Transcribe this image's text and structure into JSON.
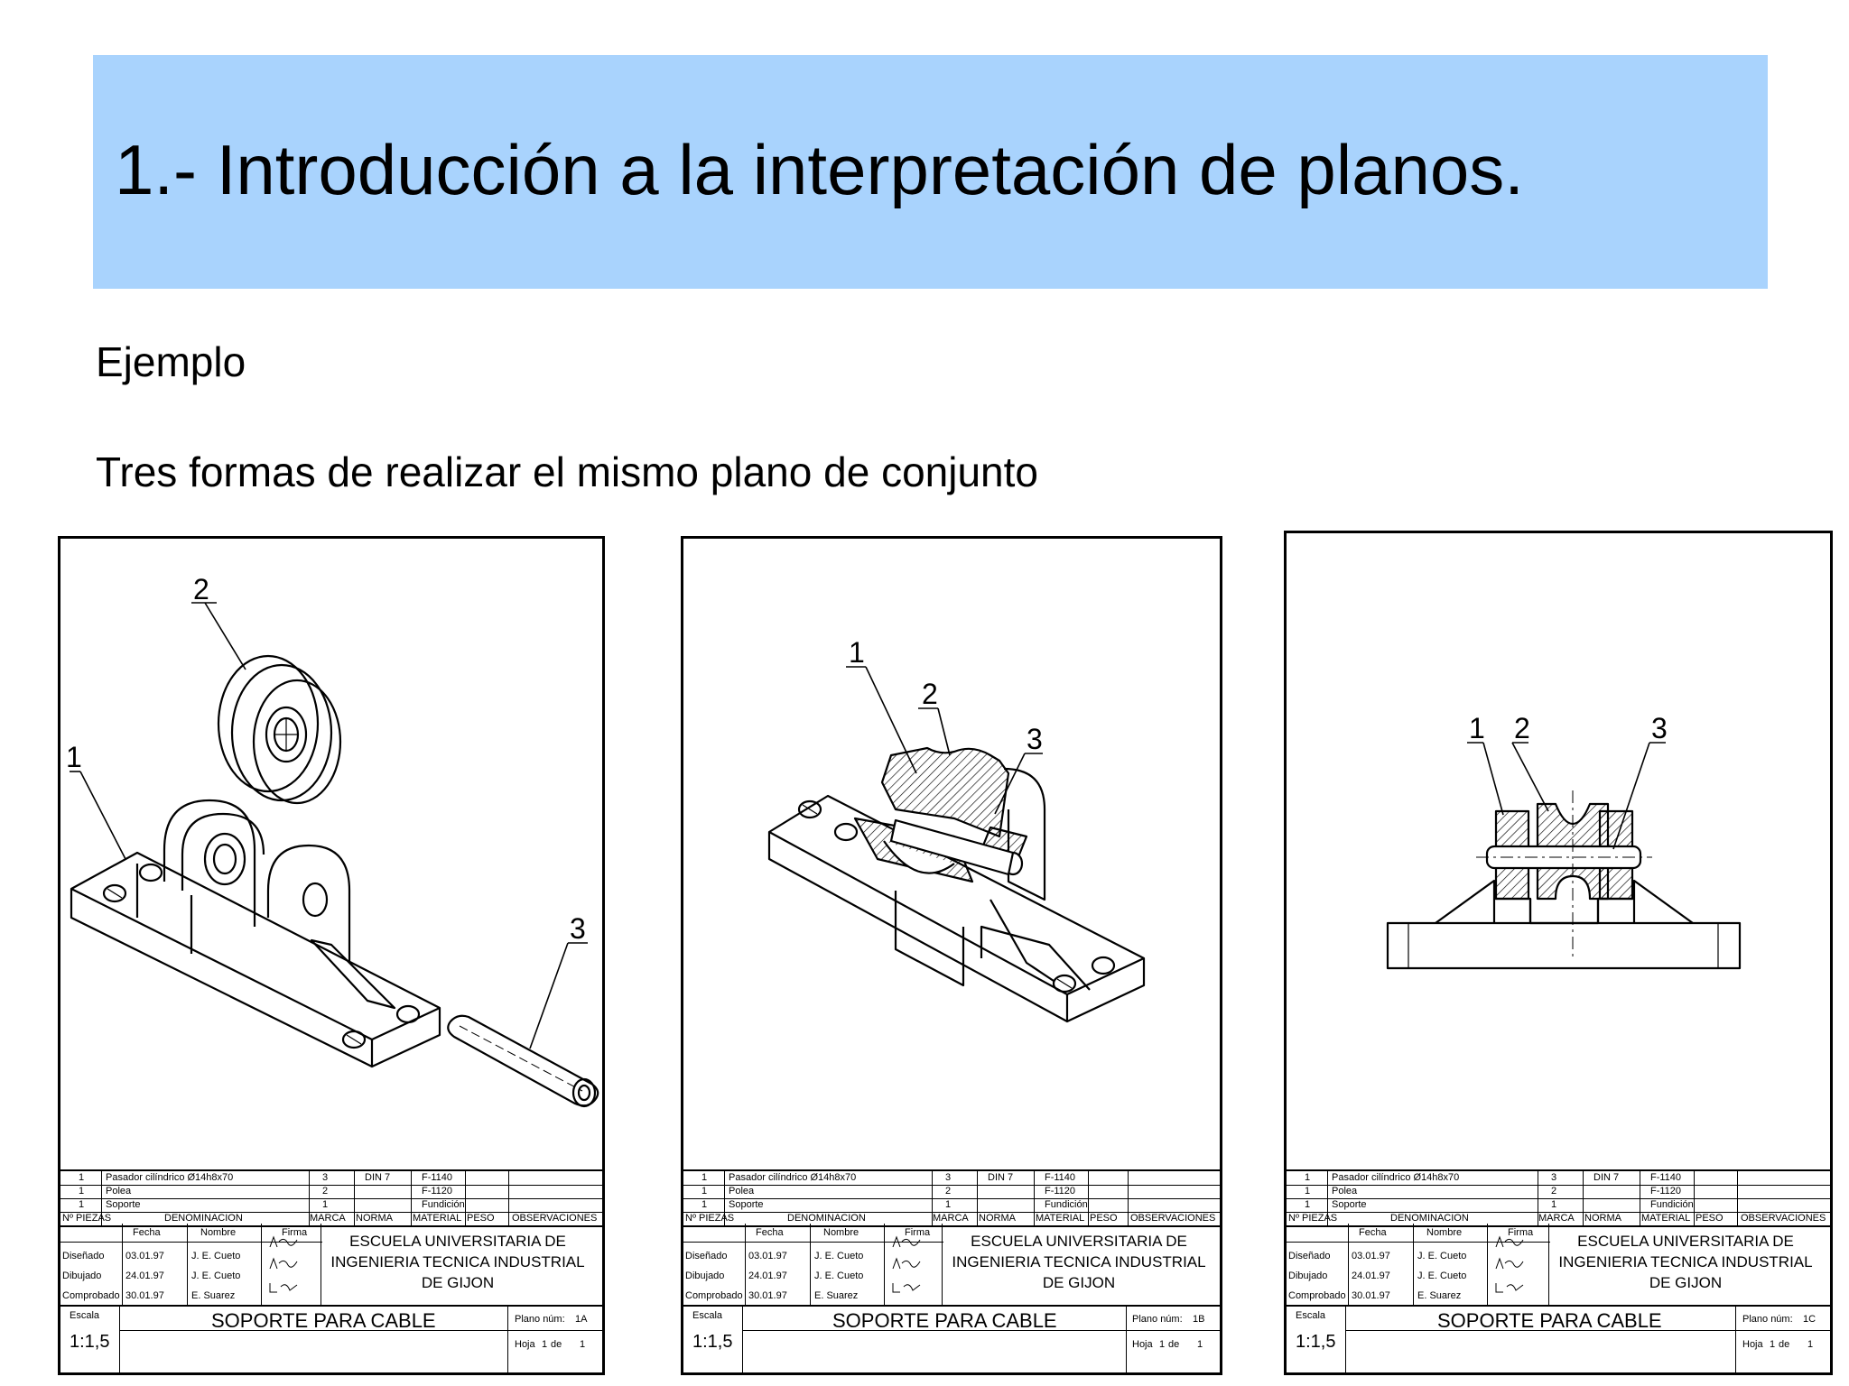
{
  "slide": {
    "title": "1.- Introducción a la interpretación de planos.",
    "subtitle": "Ejemplo",
    "description": "Tres formas de realizar el mismo plano de conjunto"
  },
  "colors": {
    "title_band": "#a9d3fd",
    "hatch": "#000000"
  },
  "sheets": [
    {
      "balloons": [
        "1",
        "2",
        "3"
      ],
      "parts": [
        {
          "qty": "1",
          "name": "Pasador cilíndrico Ø14h8x70",
          "mark": "3",
          "norm": "DIN 7",
          "material": "F-1140"
        },
        {
          "qty": "1",
          "name": "Polea",
          "mark": "2",
          "norm": "",
          "material": "F-1120"
        },
        {
          "qty": "1",
          "name": "Soporte",
          "mark": "1",
          "norm": "",
          "material": "Fundición"
        }
      ],
      "headers": {
        "pieces": "Nº PIEZAS",
        "denom": "DENOMINACION",
        "mark": "MARCA",
        "norm": "NORMA",
        "material": "MATERIAL",
        "weight": "PESO",
        "obs": "OBSERVACIONES"
      },
      "sign": {
        "fecha": "Fecha",
        "nombre": "Nombre",
        "firma": "Firma",
        "rows": [
          {
            "role": "Diseñado",
            "date": "03.01.97",
            "name": "J. E. Cueto"
          },
          {
            "role": "Dibujado",
            "date": "24.01.97",
            "name": "J. E. Cueto"
          },
          {
            "role": "Comprobado",
            "date": "30.01.97",
            "name": "E. Suarez"
          }
        ]
      },
      "school": [
        "ESCUELA UNIVERSITARIA DE",
        "INGENIERIA TECNICA INDUSTRIAL",
        "DE GIJON"
      ],
      "escala_label": "Escala",
      "escala": "1:1,5",
      "title": "SOPORTE PARA CABLE",
      "plano_label": "Plano núm:",
      "plano": "1A",
      "hoja_label": "Hoja",
      "hoja_num": "1",
      "de_label": "de",
      "hoja_total": "1"
    },
    {
      "balloons": [
        "1",
        "2",
        "3"
      ],
      "parts": [
        {
          "qty": "1",
          "name": "Pasador cilíndrico Ø14h8x70",
          "mark": "3",
          "norm": "DIN 7",
          "material": "F-1140"
        },
        {
          "qty": "1",
          "name": "Polea",
          "mark": "2",
          "norm": "",
          "material": "F-1120"
        },
        {
          "qty": "1",
          "name": "Soporte",
          "mark": "1",
          "norm": "",
          "material": "Fundición"
        }
      ],
      "headers": {
        "pieces": "Nº PIEZAS",
        "denom": "DENOMINACION",
        "mark": "MARCA",
        "norm": "NORMA",
        "material": "MATERIAL",
        "weight": "PESO",
        "obs": "OBSERVACIONES"
      },
      "sign": {
        "fecha": "Fecha",
        "nombre": "Nombre",
        "firma": "Firma",
        "rows": [
          {
            "role": "Diseñado",
            "date": "03.01.97",
            "name": "J. E. Cueto"
          },
          {
            "role": "Dibujado",
            "date": "24.01.97",
            "name": "J. E. Cueto"
          },
          {
            "role": "Comprobado",
            "date": "30.01.97",
            "name": "E. Suarez"
          }
        ]
      },
      "school": [
        "ESCUELA UNIVERSITARIA DE",
        "INGENIERIA TECNICA INDUSTRIAL",
        "DE GIJON"
      ],
      "escala_label": "Escala",
      "escala": "1:1,5",
      "title": "SOPORTE PARA CABLE",
      "plano_label": "Plano núm:",
      "plano": "1B",
      "hoja_label": "Hoja",
      "hoja_num": "1",
      "de_label": "de",
      "hoja_total": "1"
    },
    {
      "balloons": [
        "1",
        "2",
        "3"
      ],
      "parts": [
        {
          "qty": "1",
          "name": "Pasador cilíndrico Ø14h8x70",
          "mark": "3",
          "norm": "DIN 7",
          "material": "F-1140"
        },
        {
          "qty": "1",
          "name": "Polea",
          "mark": "2",
          "norm": "",
          "material": "F-1120"
        },
        {
          "qty": "1",
          "name": "Soporte",
          "mark": "1",
          "norm": "",
          "material": "Fundición"
        }
      ],
      "headers": {
        "pieces": "Nº PIEZAS",
        "denom": "DENOMINACION",
        "mark": "MARCA",
        "norm": "NORMA",
        "material": "MATERIAL",
        "weight": "PESO",
        "obs": "OBSERVACIONES"
      },
      "sign": {
        "fecha": "Fecha",
        "nombre": "Nombre",
        "firma": "Firma",
        "rows": [
          {
            "role": "Diseñado",
            "date": "03.01.97",
            "name": "J. E. Cueto"
          },
          {
            "role": "Dibujado",
            "date": "24.01.97",
            "name": "J. E. Cueto"
          },
          {
            "role": "Comprobado",
            "date": "30.01.97",
            "name": "E. Suarez"
          }
        ]
      },
      "school": [
        "ESCUELA UNIVERSITARIA DE",
        "INGENIERIA TECNICA INDUSTRIAL",
        "DE GIJON"
      ],
      "escala_label": "Escala",
      "escala": "1:1,5",
      "title": "SOPORTE PARA CABLE",
      "plano_label": "Plano núm:",
      "plano": "1C",
      "hoja_label": "Hoja",
      "hoja_num": "1",
      "de_label": "de",
      "hoja_total": "1"
    }
  ]
}
